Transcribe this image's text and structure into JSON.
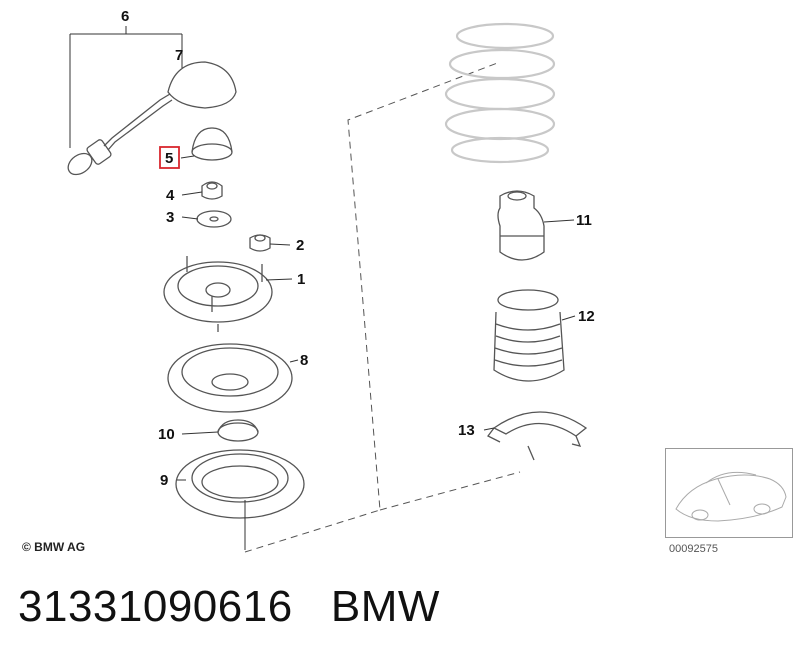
{
  "callouts": {
    "c1": "1",
    "c2": "2",
    "c3": "3",
    "c4": "4",
    "c5": "5",
    "c6": "6",
    "c7": "7",
    "c8": "8",
    "c9": "9",
    "c10": "10",
    "c11": "11",
    "c12": "12",
    "c13": "13"
  },
  "highlighted_callout": "5",
  "highlight_color": "#d9262e",
  "copyright": "© BMW AG",
  "reference_code": "00092575",
  "caption": {
    "part_number": "31331090616",
    "brand": "BMW"
  }
}
